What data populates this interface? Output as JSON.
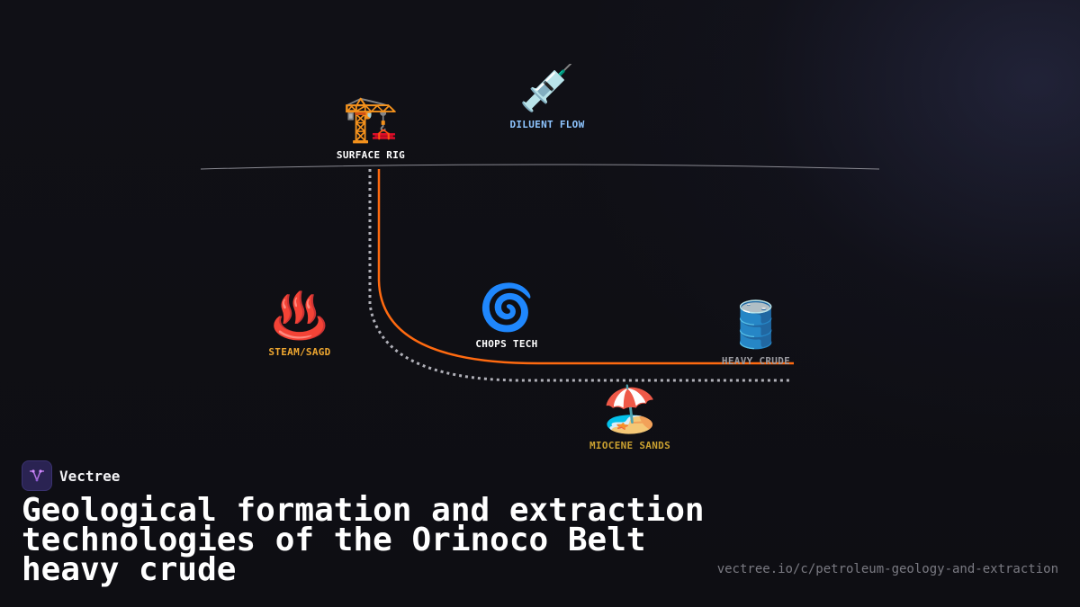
{
  "diagram": {
    "nodes": [
      {
        "id": "surface_rig",
        "icon": "🏗️",
        "icon_name": "construction-crane-icon",
        "label": "SURFACE RIG",
        "color": "#ffffff"
      },
      {
        "id": "diluent_flow",
        "icon": "💉",
        "icon_name": "syringe-icon",
        "label": "DILUENT FLOW",
        "color": "#8ec5ff"
      },
      {
        "id": "steam_sagd",
        "icon": "♨️",
        "icon_name": "hot-springs-icon",
        "label": "STEAM/SAGD",
        "color": "#f0a830"
      },
      {
        "id": "chops_tech",
        "icon": "🌀",
        "icon_name": "cyclone-icon",
        "label": "CHOPS TECH",
        "color": "#ffffff"
      },
      {
        "id": "heavy_crude",
        "icon": "🛢️",
        "icon_name": "oil-drum-icon",
        "label": "HEAVY CRUDE",
        "color": "#9a9aa0"
      },
      {
        "id": "miocene_sands",
        "icon": "🏖️",
        "icon_name": "beach-umbrella-icon",
        "label": "MIOCENE SANDS",
        "color": "#c9a030"
      }
    ],
    "colors": {
      "surface_line": "#8a8a92",
      "solid_well": "#ff6a10",
      "dotted_well": "#b0b0b8"
    }
  },
  "brand": {
    "name": "Vectree",
    "logo_color": "#2a2352",
    "logo_accent": "#b070e0"
  },
  "title": "Geological formation and extraction technologies of the Orinoco Belt heavy crude",
  "source_url": "vectree.io/c/petroleum-geology-and-extraction"
}
